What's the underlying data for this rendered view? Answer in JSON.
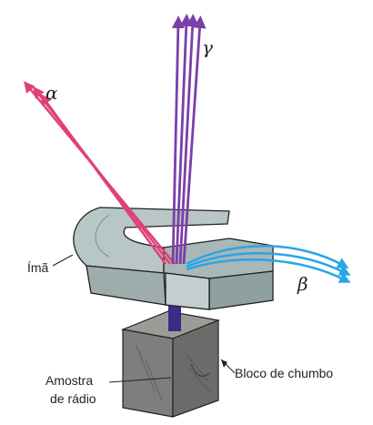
{
  "labels": {
    "alpha": "α",
    "gamma": "γ",
    "beta": "β",
    "magnet": "Ímã",
    "sample_line1": "Amostra",
    "sample_line2": "de rádio",
    "lead_block": "Bloco de chumbo"
  },
  "colors": {
    "alpha_rays": "#e0407a",
    "gamma_rays": "#7b3fa8",
    "beta_rays": "#2aa5e6",
    "magnet_fill": "#b9c6c6",
    "magnet_dark": "#8fa0a0",
    "lead_block": "#7d7f7c"
  }
}
